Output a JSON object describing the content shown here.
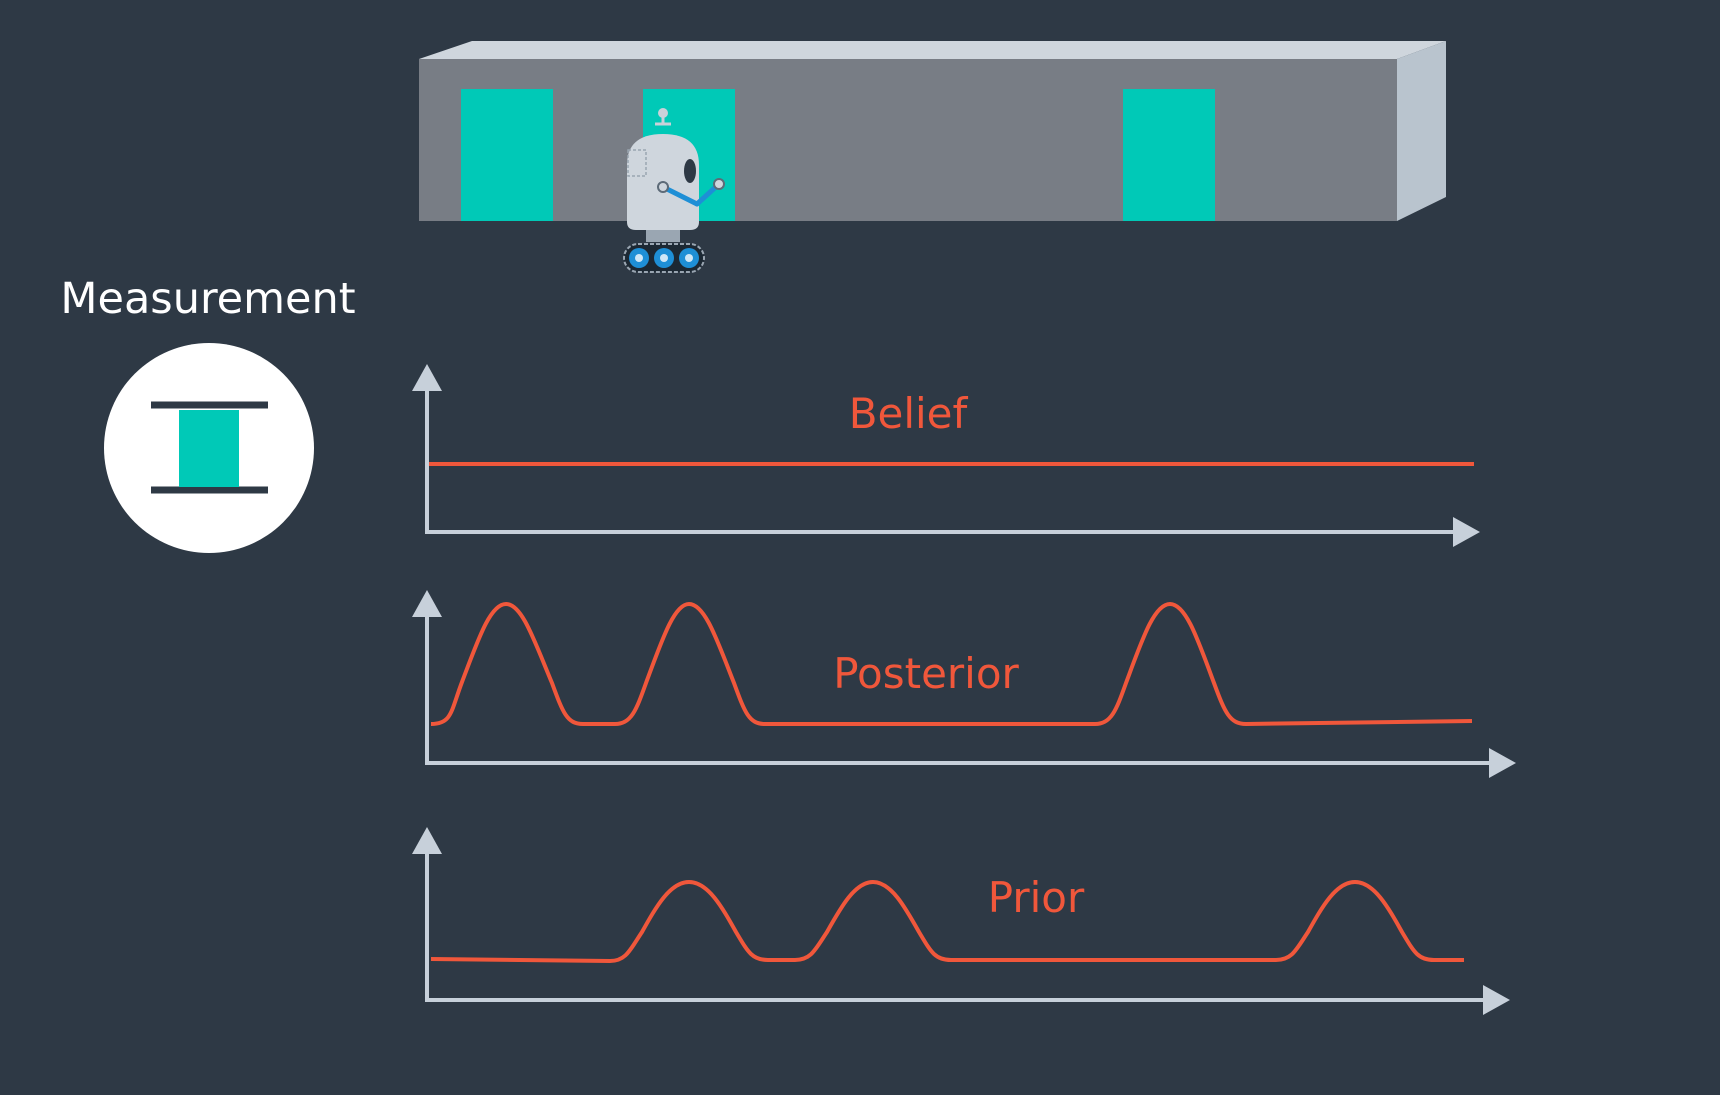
{
  "measurement": {
    "label": "Measurement",
    "icon": "door-icon"
  },
  "scene": {
    "icons": [
      "hallway-icon",
      "door-icon",
      "robot-icon"
    ],
    "door_count": 3
  },
  "charts": [
    {
      "title": "Belief",
      "shape": "uniform"
    },
    {
      "title": "Posterior",
      "shape": "three peaks at door positions"
    },
    {
      "title": "Prior",
      "shape": "three peaks shifted right"
    }
  ],
  "colors": {
    "background": "#2e3945",
    "curve": "#f0573b",
    "axis": "#c7d0da",
    "door": "#00c9b7",
    "wall": "#787d85",
    "wall_top": "#cfd6dd",
    "wall_end": "#b9c4ce",
    "circle": "#ffffff",
    "text": "#ffffff"
  }
}
